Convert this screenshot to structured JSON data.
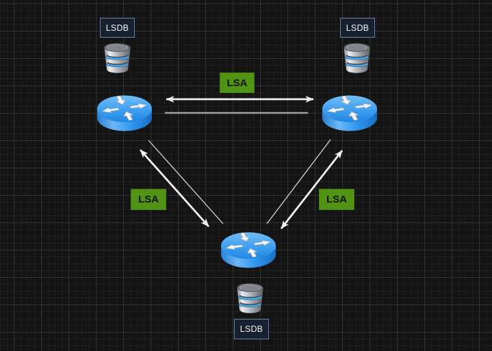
{
  "diagram": {
    "type": "network-topology",
    "description": "Three routers exchanging link-state advertisements, each with a link-state database"
  },
  "colors": {
    "canvas_bg": "#141414",
    "grid_minor": "#1e1e1e",
    "grid_major": "#343434",
    "lsdb_fill": "#17212f",
    "lsdb_border": "#66809f",
    "lsdb_text": "#f2f2f2",
    "lsa_fill": "#519413",
    "lsa_border": "#447c10",
    "lsa_text": "#111111",
    "arrow": "#f5f5f5",
    "link_gray": "#a3a3a3",
    "link_thin": "#d8d8d8",
    "router_blue": "#2e95ec",
    "db_silver": "#aab1b8"
  },
  "icons": {
    "router": "router-3d-icon",
    "database": "database-cylinder-icon"
  },
  "lsdb_labels": [
    {
      "position": "top-left",
      "text": "LSDB"
    },
    {
      "position": "top-right",
      "text": "LSDB"
    },
    {
      "position": "bottom",
      "text": "LSDB"
    }
  ],
  "lsa_labels": [
    {
      "position": "top-center",
      "text": "LSA"
    },
    {
      "position": "left",
      "text": "LSA"
    },
    {
      "position": "right",
      "text": "LSA"
    }
  ],
  "edges": [
    {
      "name": "lsa-exchange-top",
      "style": "double-arrow-white"
    },
    {
      "name": "link-top",
      "style": "plain-gray-line"
    },
    {
      "name": "lsa-exchange-left",
      "style": "double-arrow-white"
    },
    {
      "name": "link-left",
      "style": "thin-white-line"
    },
    {
      "name": "lsa-exchange-right",
      "style": "double-arrow-white"
    },
    {
      "name": "link-right",
      "style": "thin-white-line"
    }
  ]
}
